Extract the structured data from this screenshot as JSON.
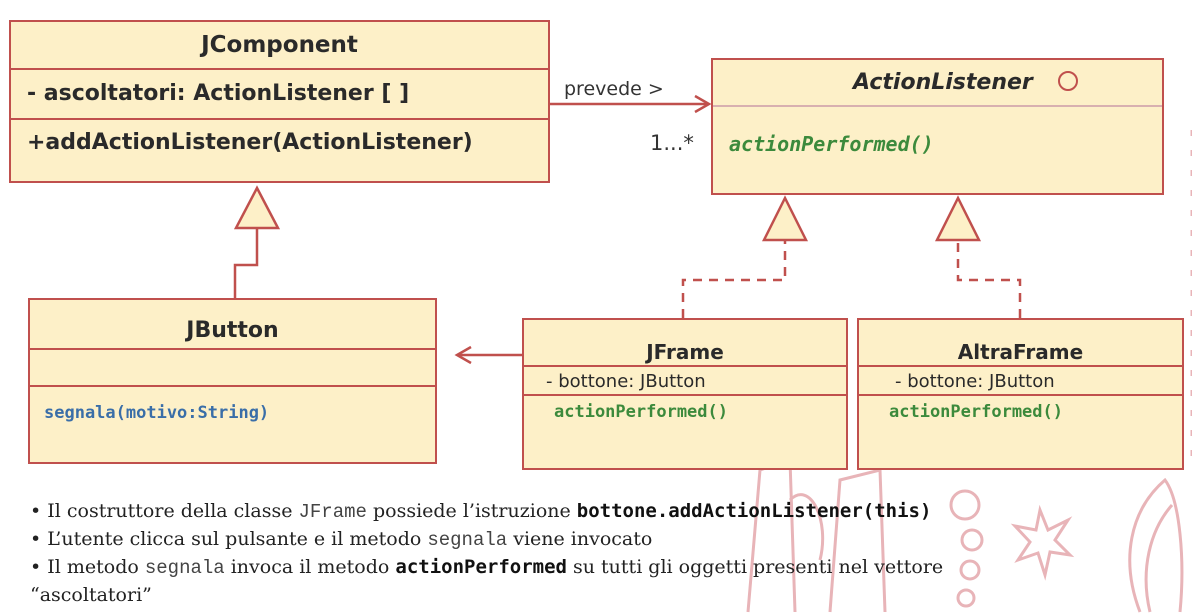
{
  "classes": {
    "jcomponent": {
      "name": "JComponent",
      "attribute": "- ascoltatori: ActionListener [ ]",
      "method": "+addActionListener(ActionListener)"
    },
    "actionlistener": {
      "name": "ActionListener",
      "method": "actionPerformed()"
    },
    "jbutton": {
      "name": "JButton",
      "method": "segnala(motivo:String)"
    },
    "jframe": {
      "name": "JFrame",
      "attribute": "- bottone: JButton",
      "method": "actionPerformed()"
    },
    "altraframe": {
      "name": "AltraFrame",
      "attribute": "- bottone: JButton",
      "method": "actionPerformed()"
    }
  },
  "association": {
    "label": "prevede >",
    "multiplicity": "1...*"
  },
  "bullets": {
    "b1": {
      "prefix": "• Il costruttore della classe ",
      "code": "JFrame",
      "middle": " possiede l’istruzione ",
      "code_bold": "bottone.addActionListener(this)"
    },
    "b2": {
      "prefix": "• L’utente clicca sul pulsante e il metodo ",
      "code": "segnala",
      "suffix": " viene invocato"
    },
    "b3": {
      "prefix": "• Il metodo ",
      "code": "segnala",
      "middle": " invoca il metodo ",
      "code_bold": "actionPerformed",
      "suffix": "  su tutti gli oggetti presenti nel vettore",
      "line2": "“ascoltatori”"
    }
  },
  "colors": {
    "box_fill": "#fdf0c8",
    "border": "#c0504d",
    "method_green": "#3c8a3c",
    "method_blue": "#3a6ea8"
  }
}
